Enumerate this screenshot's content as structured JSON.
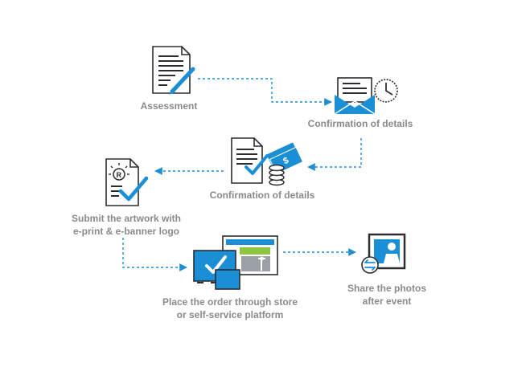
{
  "colors": {
    "accent": "#1b8fd6",
    "icon_dark": "#2b2d30",
    "icon_gray": "#9aa0a6",
    "label": "#888a8c"
  },
  "steps": [
    {
      "id": "assessment",
      "icon": "document-pen-icon",
      "lines": [
        "Assessment"
      ]
    },
    {
      "id": "confirmation-1",
      "icon": "envelope-clock-icon",
      "lines": [
        "Confirmation of details"
      ]
    },
    {
      "id": "confirmation-2",
      "icon": "document-money-icon",
      "lines": [
        "Confirmation of details"
      ]
    },
    {
      "id": "submit-artwork",
      "icon": "registered-document-check-icon",
      "lines": [
        "Submit the artwork with",
        "e-print & e-banner logo"
      ]
    },
    {
      "id": "place-order",
      "icon": "screens-check-icon",
      "lines": [
        "Place the order through store",
        "or self-service platform"
      ]
    },
    {
      "id": "share-photos",
      "icon": "photo-share-icon",
      "lines": [
        "Share the photos",
        "after event"
      ]
    }
  ]
}
